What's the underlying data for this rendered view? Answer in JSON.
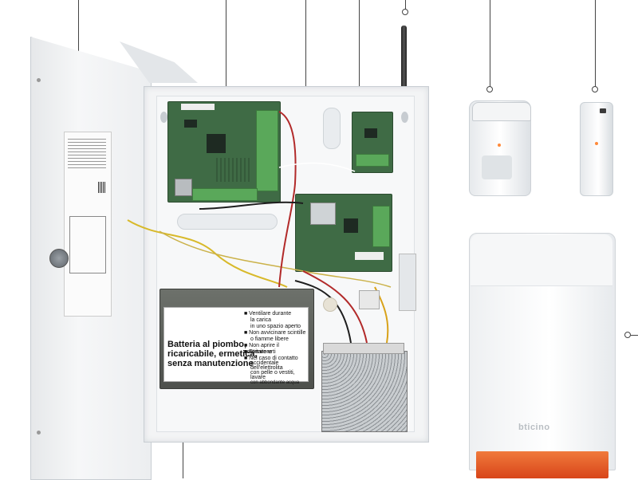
{
  "battery": {
    "title_lines": [
      "Batteria al piombo,",
      "ricaricabile, ermetica,",
      "senza manutenzione"
    ],
    "warnings": [
      "■ Ventilare durante",
      "la carica",
      "in uno spazio aperto",
      "■ Non avvicinare scintille",
      "o fiamme libere",
      "■ Non aprire il contenitore",
      "■ Evitare urti",
      "■ Nel caso di contatto",
      "accidentale",
      "dell'elettrolita",
      "con pelle o vestiti,",
      "lavare",
      "con abbondante acqua"
    ]
  },
  "siren": {
    "brand": "bticino"
  },
  "colors": {
    "pcb_green": "#3f6b45",
    "cabinet_white": "#f3f4f5",
    "siren_orange": "#e8551e",
    "battery_gray": "#5b5e5a"
  }
}
